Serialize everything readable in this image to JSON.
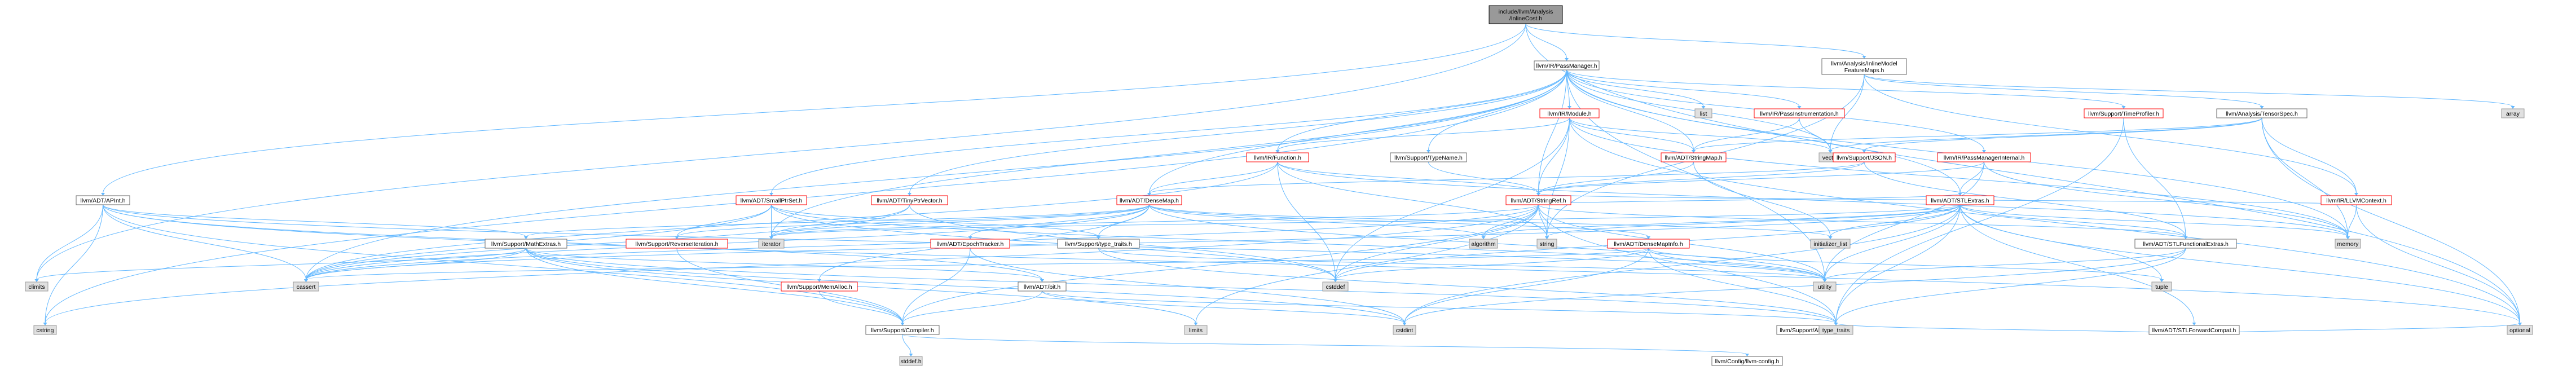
{
  "title_node": "include/llvm/Analysis\n/InlineCost.h",
  "colors": {
    "root_fill": "#999999",
    "normal_fill": "#ffffff",
    "normal_border": "#666666",
    "red_border": "#ff0000",
    "system_fill": "#e0e0e0",
    "system_border": "#999999",
    "edge": "#63b8ff"
  },
  "nodes": {
    "root": "include/llvm/Analysis\n/InlineCost.h",
    "passmanager": "llvm/IR/PassManager.h",
    "inlinemodel": "llvm/Analysis/InlineModel\nFeatureMaps.h",
    "apint": "llvm/ADT/APInt.h",
    "climits": "climits",
    "cstdint_left": "cstdint",
    "list": "list",
    "vector": "vector",
    "array": "array",
    "optional": "optional",
    "module": "llvm/IR/Module.h",
    "passinstr": "llvm/IR/PassInstrumentation.h",
    "timeprofiler": "llvm/Support/TimeProfiler.h",
    "tensorspec": "llvm/Analysis/TensorSpec.h",
    "function": "llvm/IR/Function.h",
    "typename": "llvm/Support/TypeName.h",
    "stringmap": "llvm/ADT/StringMap.h",
    "json": "llvm/Support/JSON.h",
    "pmi": "llvm/IR/PassManagerInternal.h",
    "smallptrset": "llvm/ADT/SmallPtrSet.h",
    "tinyptr": "llvm/ADT/TinyPtrVector.h",
    "densemap": "llvm/ADT/DenseMap.h",
    "stringref": "llvm/ADT/StringRef.h",
    "stlextras": "llvm/ADT/STLExtras.h",
    "llvmcontext": "llvm/IR/LLVMContext.h",
    "mathextras": "llvm/Support/MathExtras.h",
    "reverseiter": "llvm/Support/ReverseIteration.h",
    "iterator": "iterator",
    "epoch": "llvm/ADT/EpochTracker.h",
    "typetraits": "llvm/Support/type_traits.h",
    "algorithm": "algorithm",
    "string": "string",
    "densemapinfo": "llvm/ADT/DenseMapInfo.h",
    "initlist": "initializer_list",
    "stlfunc": "llvm/ADT/STLFunctionalExtras.h",
    "memory": "memory",
    "cassert": "cassert",
    "cstddef": "cstddef",
    "utility": "utility",
    "tuple": "tuple",
    "memalloc": "llvm/Support/MemAlloc.h",
    "bit": "llvm/ADT/bit.h",
    "hashing_alignof": "llvm/Support/AlignOf.h",
    "stlforward": "llvm/ADT/STLForwardCompat.h",
    "cstring": "cstring",
    "compiler": "llvm/Support/Compiler.h",
    "limits": "limits",
    "cstdint": "cstdint",
    "typetraitsstd": "type_traits",
    "stddef": "stddef.h",
    "config": "llvm/Config/llvm-config.h"
  }
}
